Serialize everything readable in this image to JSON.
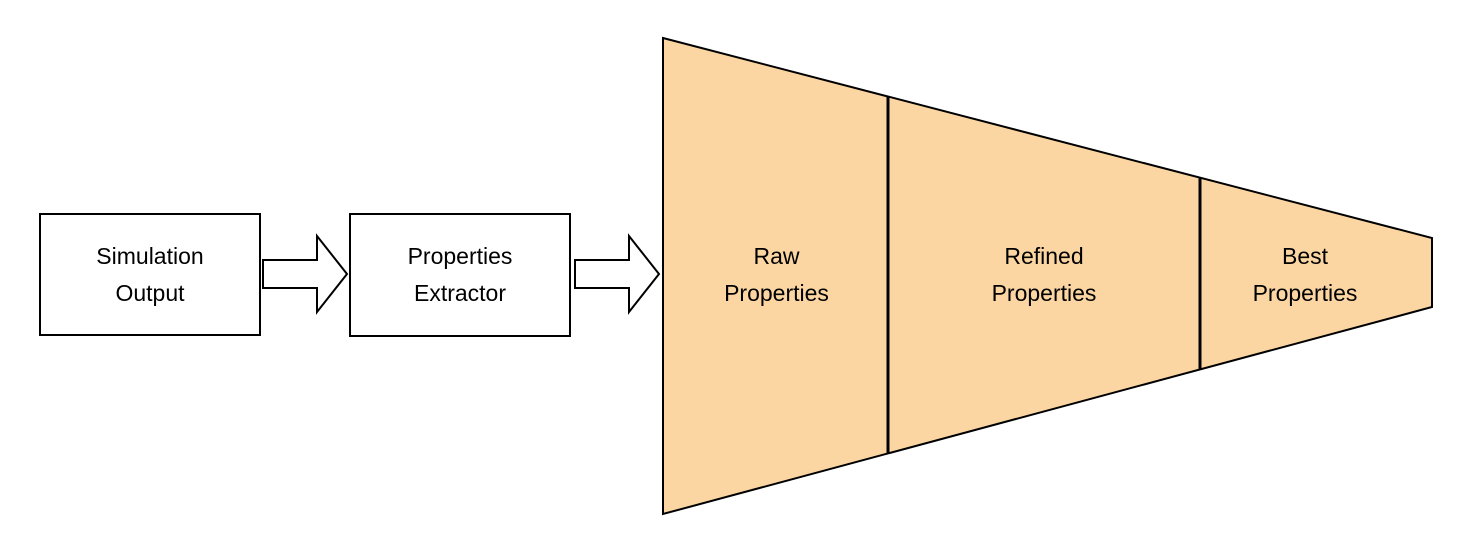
{
  "diagram": {
    "boxes": [
      {
        "lines": [
          "Simulation",
          "Output"
        ]
      },
      {
        "lines": [
          "Properties",
          "Extractor"
        ]
      }
    ],
    "funnel": {
      "fill": "#FBD6A2",
      "stroke": "#000000",
      "stages": [
        {
          "lines": [
            "Raw",
            "Properties"
          ]
        },
        {
          "lines": [
            "Refined",
            "Properties"
          ]
        },
        {
          "lines": [
            "Best",
            "Properties"
          ]
        }
      ]
    }
  }
}
